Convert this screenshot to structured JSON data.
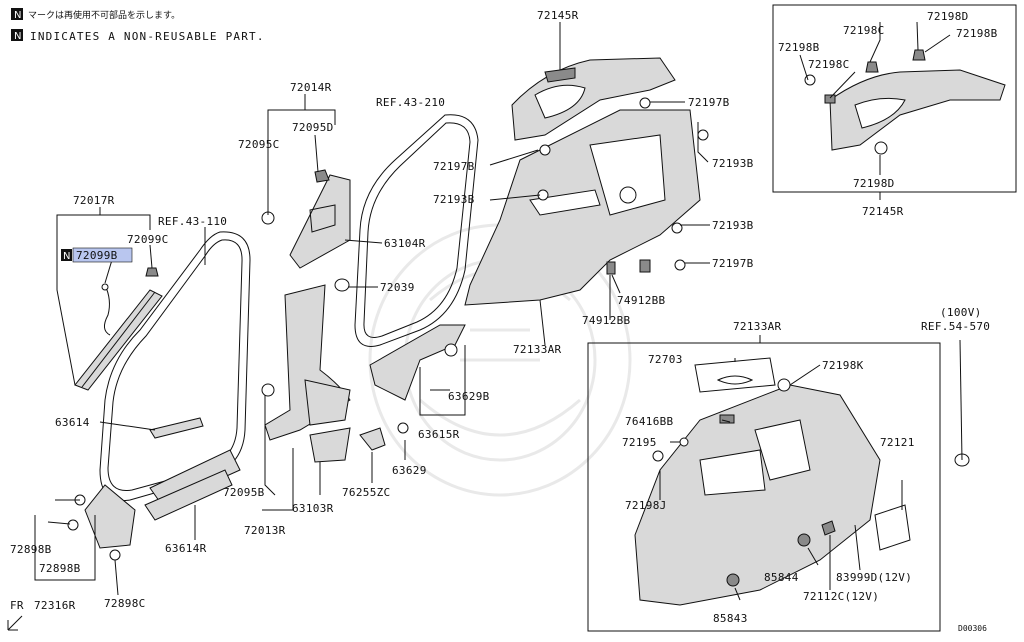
{
  "notes": {
    "japanese": "マークは再使用不可部品を示します。",
    "english": "INDICATES A NON-REUSABLE PART.",
    "badge": "N"
  },
  "diagram_code": "D00306",
  "direction": "FR",
  "colors": {
    "highlight": "#b9c6ef"
  },
  "callouts": {
    "p72145R_top": "72145R",
    "p72197B_a": "72197B",
    "p72193B_a": "72193B",
    "p72197B_b": "72197B",
    "p72193B_b": "72193B",
    "p72193B_c": "72193B",
    "p72197B_c": "72197B",
    "p74912BB_a": "74912BB",
    "p74912BB_b": "74912BB",
    "p72133AR_a": "72133AR",
    "p72014R": "72014R",
    "p72095D": "72095D",
    "p72095C": "72095C",
    "ref43_210": "REF.43-210",
    "p63104R": "63104R",
    "p72039": "72039",
    "p72017R": "72017R",
    "p72099C": "72099C",
    "p72099B": "72099B",
    "ref43_110": "REF.43-110",
    "p63614": "63614",
    "p63629B": "63629B",
    "p63615R": "63615R",
    "p63629": "63629",
    "p76255ZC": "76255ZC",
    "p63103R": "63103R",
    "p72095B": "72095B",
    "p72013R": "72013R",
    "p63614R": "63614R",
    "p72898B_a": "72898B",
    "p72898B_b": "72898B",
    "p72316R": "72316R",
    "p72898C": "72898C",
    "p72198D_a": "72198D",
    "p72198C_a": "72198C",
    "p72198B_a": "72198B",
    "p72198B_b": "72198B",
    "p72198C_b": "72198C",
    "p72198D_b": "72198D",
    "p72145R_inset": "72145R",
    "p72133AR_b": "72133AR",
    "p100V": "(100V)",
    "ref54_570": "REF.54-570",
    "p72703": "72703",
    "p72198K": "72198K",
    "p76416BB": "76416BB",
    "p72195": "72195",
    "p72121": "72121",
    "p72198J": "72198J",
    "p85844": "85844",
    "p83999D": "83999D(12V)",
    "p72112C": "72112C(12V)",
    "p85843": "85843"
  }
}
